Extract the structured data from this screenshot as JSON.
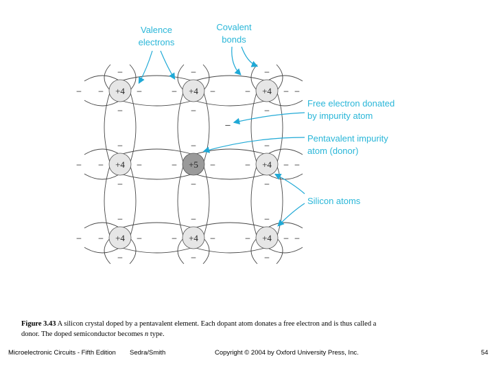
{
  "diagram": {
    "atom_labels": [
      [
        "+4",
        "+4",
        "+4"
      ],
      [
        "+4",
        "+5",
        "+4"
      ],
      [
        "+4",
        "+4",
        "+4"
      ]
    ],
    "electron_symbol": "–",
    "callouts": {
      "valence": [
        "Valence",
        "electrons"
      ],
      "covalent": [
        "Covalent",
        "bonds"
      ],
      "free_electron": [
        "Free electron donated",
        "by impurity atom"
      ],
      "pentavalent": [
        "Pentavalent impurity",
        "atom (donor)"
      ],
      "silicon": "Silicon atoms"
    },
    "colors": {
      "callout_text": "#29b6d8",
      "arrow": "#1fa9d6",
      "atom_fill": "#e6e6e6",
      "donor_fill": "#9a9a9a",
      "bond_line": "#444444"
    }
  },
  "caption": {
    "figure_label": "Figure 3.43",
    "text_line1": "A silicon crystal doped by a pentavalent element. Each dopant atom donates a free electron and is thus called a",
    "text_line2_pre": "donor. The doped semiconductor becomes ",
    "text_line2_italic": "n",
    "text_line2_post": " type."
  },
  "footer": {
    "book": "Microelectronic Circuits - Fifth Edition",
    "authors": "Sedra/Smith",
    "copyright": "Copyright © 2004 by Oxford University Press, Inc.",
    "page": "54"
  }
}
